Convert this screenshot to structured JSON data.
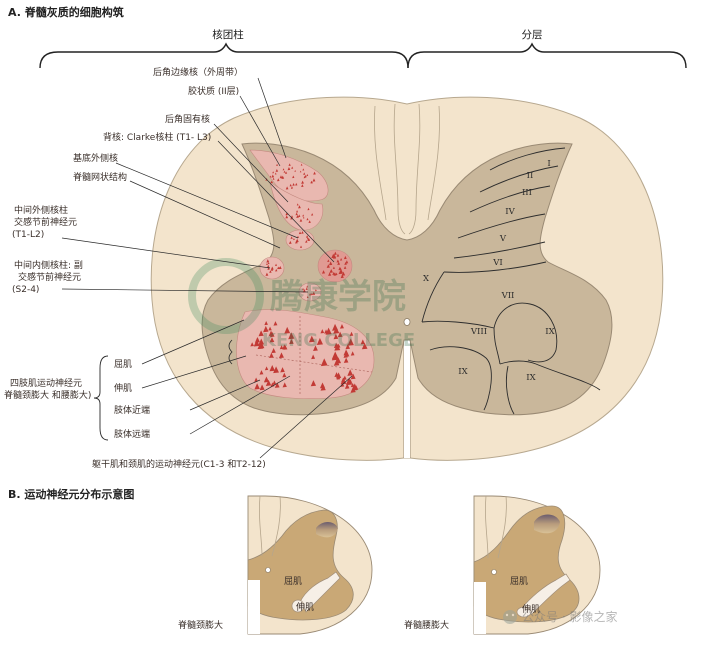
{
  "section_a": {
    "title": "A. 脊髓灰质的细胞构筑",
    "left_brace_label": "核团柱",
    "right_brace_label": "分层"
  },
  "labels": {
    "marginal": "后角边缘核（外周带）",
    "gelatinosa": "胶状质 (II层)",
    "proprius": "后角固有核",
    "clarke": "背核: Clarke核柱 (T1- L3)",
    "basal_lateral": "基底外侧核",
    "reticular": "脊髓网状结构",
    "iml_1": "中间外侧核柱",
    "iml_2": "交感节前神经元",
    "iml_3": "(T1-L2)",
    "imm_1": "中间内侧核柱: 副",
    "imm_2": "交感节前神经元",
    "imm_3": "(S2-4)",
    "limb_title_1": "四肢肌运动神经元",
    "limb_title_2": "脊髓颈膨大 和腰膨大)",
    "flexor": "屈肌",
    "extensor": "伸肌",
    "limb_proximal": "肢体近端",
    "limb_distal": "肢体远端",
    "trunk_neck": "躯干肌和颈肌的运动神经元(C1-3 和T2-12)"
  },
  "laminae": [
    "I",
    "II",
    "III",
    "IV",
    "V",
    "VI",
    "VII",
    "VIII",
    "IX",
    "IX",
    "IX",
    "X"
  ],
  "section_b": {
    "title": "B. 运动神经元分布示意图",
    "left_caption": "脊髓颈膨大",
    "right_caption": "脊髓腰膨大",
    "flexor": "屈肌",
    "extensor": "伸肌"
  },
  "watermark": {
    "text": "腾康学院",
    "subtext": "KENG COLLEGE"
  },
  "wechat": {
    "text": "公众号 · 影像之家"
  },
  "colors": {
    "white_matter": "#f3e4cc",
    "grey_matter": "#c9b79b",
    "nucleus_fill": "#e9b8b0",
    "neuron": "#c23a35",
    "outline": "#9a8a74"
  }
}
